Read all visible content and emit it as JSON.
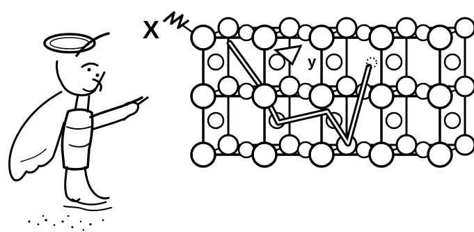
{
  "labels": {
    "ray": "X",
    "atom": "y"
  },
  "colors": {
    "ink": "#000000",
    "paper": "#ffffff"
  },
  "icons": {
    "ray": "lightning-icon",
    "figure": "angel-figure",
    "lattice": "crystal-lattice"
  }
}
